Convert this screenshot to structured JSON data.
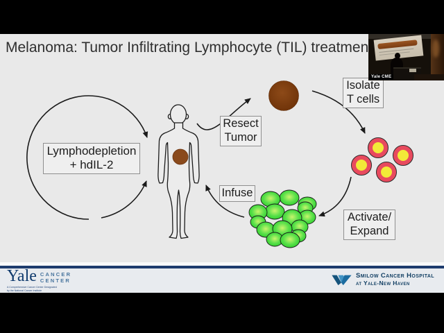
{
  "slide": {
    "title": "Melanoma: Tumor Infiltrating Lymphocyte (TIL) treatment"
  },
  "diagram": {
    "boxes": {
      "lymphodepletion": {
        "line1": "Lymphodepletion",
        "line2": "+ hdIL-2"
      },
      "resect": {
        "line1": "Resect",
        "line2": "Tumor"
      },
      "isolate": {
        "line1": "Isolate",
        "line2": "T cells"
      },
      "activate": {
        "line1": "Activate/",
        "line2": "Expand"
      },
      "infuse": {
        "label": "Infuse"
      }
    }
  },
  "webcam": {
    "watermark": "Yale CME"
  },
  "footer": {
    "yale": {
      "name": "Yale",
      "dept_line1": "CANCER",
      "dept_line2": "CENTER",
      "tagline_line1": "A Comprehensive Cancer Center Designated",
      "tagline_line2": "by the National Cancer Institute"
    },
    "smilow": {
      "line1": "Smilow Cancer Hospital",
      "line2": "at Yale-New Haven"
    }
  },
  "colors": {
    "slide_bg": "#e9e9e9",
    "title_text": "#2f2f2f",
    "tumor_brown": "#7c3c10",
    "patient_tumor_brown": "#8a4a1c",
    "t_cell_red": "#e84a5e",
    "t_cell_core": "#f2ea38",
    "expanded_cell_green": "#2fd32f",
    "expanded_cell_core": "#c3f46d",
    "arrow_black": "#1a1a1a",
    "footer_navy": "#1e3c6e",
    "footer_band": "#e8ebef",
    "yale_blue": "#0f3a6d",
    "yale_dept_blue": "#49759e",
    "smilow_blue": "#123f63"
  }
}
